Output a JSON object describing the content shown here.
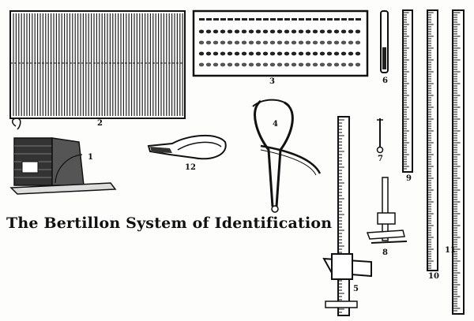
{
  "title": "The Bertillon System of Identification",
  "labels": {
    "n1": "1",
    "n2": "2",
    "n3": "3",
    "n4": "4",
    "n5": "5",
    "n6": "6",
    "n7": "7",
    "n8": "8",
    "n9": "9",
    "n10": "10",
    "n11": "11",
    "n12": "12"
  },
  "colors": {
    "ink": "#111111",
    "paper": "#fdfdfb"
  }
}
